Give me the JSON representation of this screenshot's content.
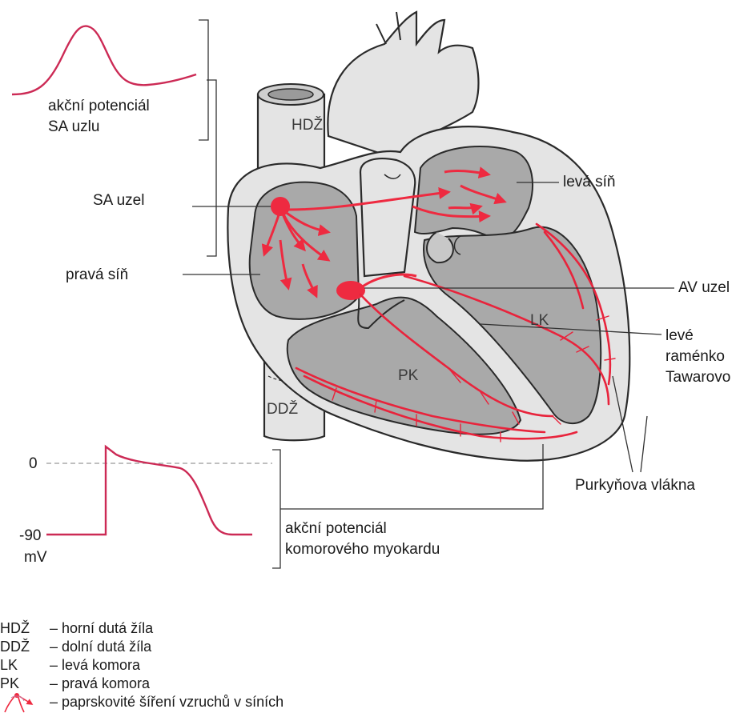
{
  "labels": {
    "sa_action_potential": [
      "akční potenciál",
      "SA uzlu"
    ],
    "hdz": "HDŽ",
    "sa_node": "SA uzel",
    "right_atrium": "pravá síň",
    "left_atrium": "levá síň",
    "av_node": "AV uzel",
    "lk": "LK",
    "pk": "PK",
    "left_bundle": [
      "levé",
      "raménko",
      "Tawarovo"
    ],
    "ddz": "DDŽ",
    "purkinje": "Purkyňova vlákna",
    "ventricular_action_potential": [
      "akční potenciál",
      "komorového myokardu"
    ],
    "axis_zero": "0",
    "axis_minus90": "-90",
    "axis_unit": "mV"
  },
  "legend": [
    {
      "abbr": "HDŽ",
      "text": "– horní dutá žíla"
    },
    {
      "abbr": "DDŽ",
      "text": "– dolní dutá žíla"
    },
    {
      "abbr": "LK",
      "text": "– levá komora"
    },
    {
      "abbr": "PK",
      "text": "– pravá komora"
    },
    {
      "abbr": "",
      "text": "– paprskovité šíření vzruchů v síních",
      "icon": "radiating-arrow-icon"
    }
  ],
  "colors": {
    "conduction": "#ee2a40",
    "curve": "#cc2a55",
    "chamber": "#a9a9a9",
    "tissue": "#e4e4e4"
  }
}
